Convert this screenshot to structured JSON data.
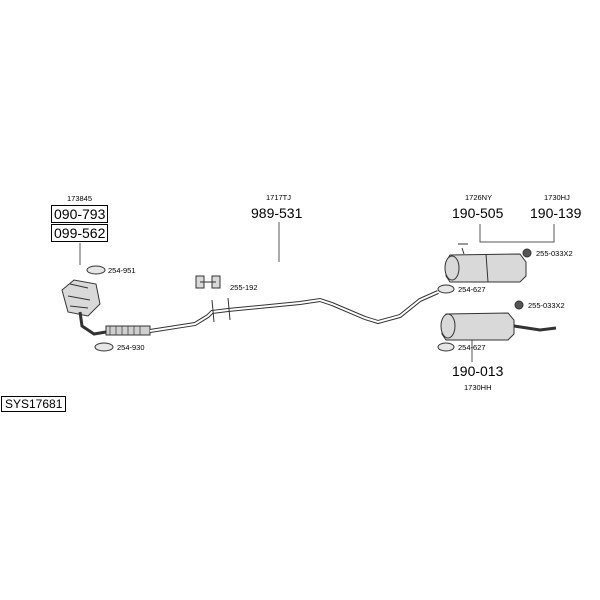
{
  "system_code": "SYS17681",
  "labels": {
    "cat_ref": "173845",
    "cat_part_a": "090-793",
    "cat_part_b": "099-562",
    "gasket_1": "254-951",
    "gasket_2": "254-930",
    "clamp": "255-192",
    "pipe_ref": "1717TJ",
    "pipe_part": "989-531",
    "silencer_a_ref": "1726NY",
    "silencer_a_part": "190-505",
    "silencer_b_ref": "1730HJ",
    "silencer_b_part": "190-139",
    "rubber_1": "255-033X2",
    "gasket_3": "254-627",
    "rubber_2": "255-033X2",
    "gasket_4": "254-627",
    "silencer_c_part": "190-013",
    "silencer_c_ref": "1730HH"
  }
}
